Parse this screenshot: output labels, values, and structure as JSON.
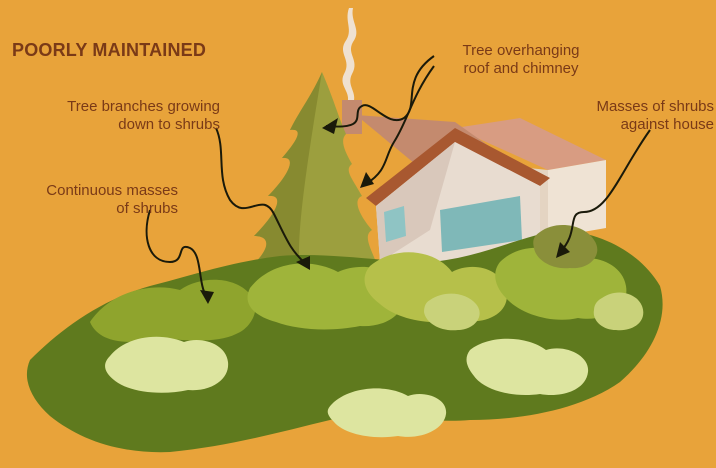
{
  "title": "POORLY MAINTAINED",
  "callouts": {
    "tree_overhanging": [
      "Tree overhanging",
      "roof and chimney"
    ],
    "branches_to_shrubs": [
      "Tree branches growing",
      "down to shrubs"
    ],
    "shrubs_against_house": [
      "Masses of shrubs",
      "against house"
    ],
    "continuous_shrubs": [
      "Continuous masses",
      "of shrubs"
    ]
  },
  "colors": {
    "background": "#e8a33a",
    "label_text": "#7a3a17",
    "roof": "#c48a6e",
    "tree": "#9c9f3e",
    "shrub_dark": "#5f7a1e",
    "shrub_light": "#c9d27a"
  }
}
